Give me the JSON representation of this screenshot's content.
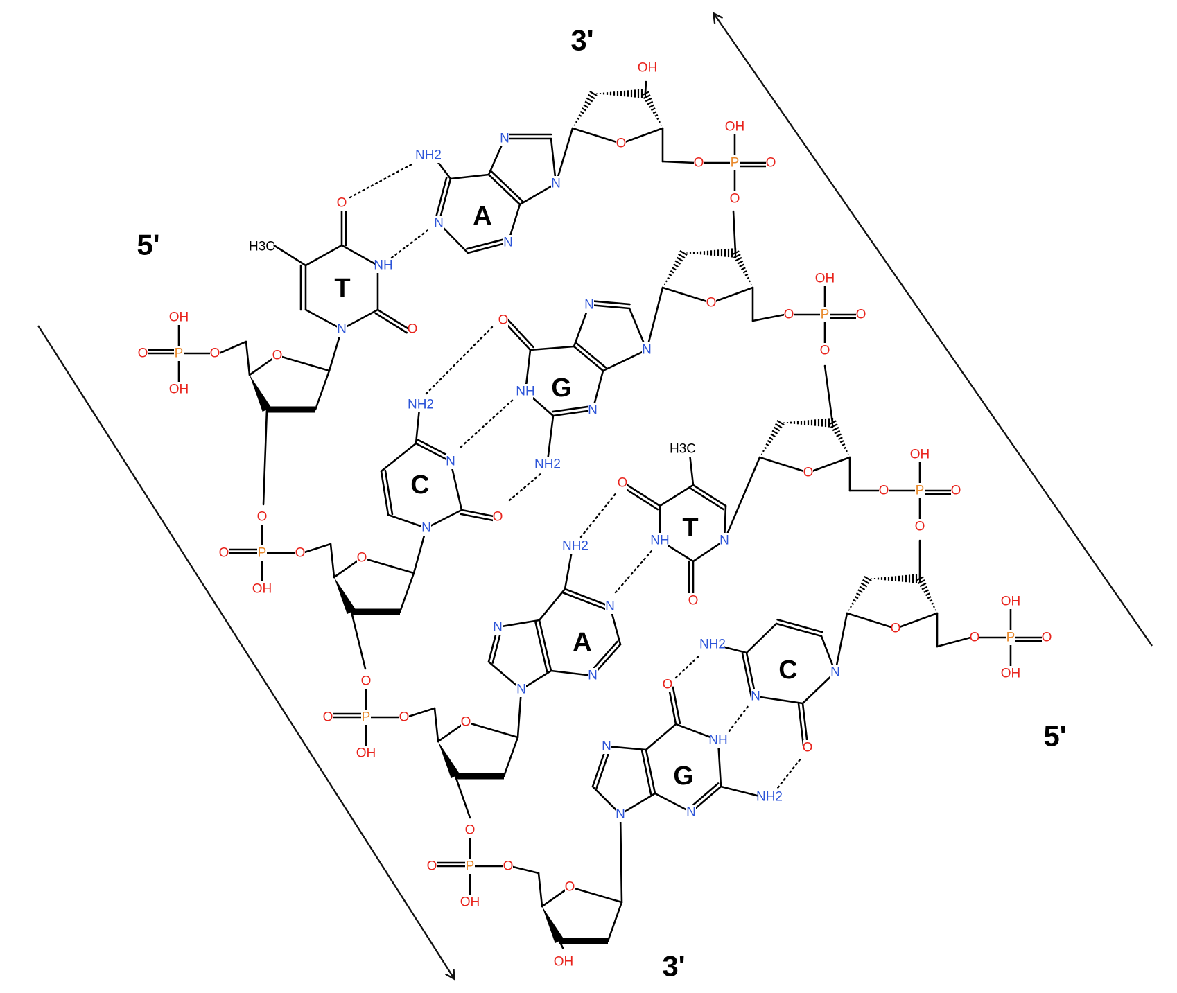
{
  "colors": {
    "oxygen": "#e8231c",
    "nitrogen": "#2d55d8",
    "phosphorus": "#e8892c",
    "bond": "#000000"
  },
  "end_labels": {
    "left_strand_top": "5'",
    "left_strand_bottom": "3'",
    "right_strand_top": "3'",
    "right_strand_bottom": "5'"
  },
  "base_pairs": [
    {
      "left": "T",
      "right": "A"
    },
    {
      "left": "C",
      "right": "G"
    },
    {
      "left": "A",
      "right": "T"
    },
    {
      "left": "G",
      "right": "C"
    }
  ],
  "atoms": {
    "O": "O",
    "OH": "OH",
    "N": "N",
    "NH": "NH",
    "NH2": "NH2",
    "P": "P",
    "H3C": "H3C"
  },
  "icons": {
    "left_arrow": "arrow-down-right-icon",
    "right_arrow": "arrow-up-left-icon"
  }
}
